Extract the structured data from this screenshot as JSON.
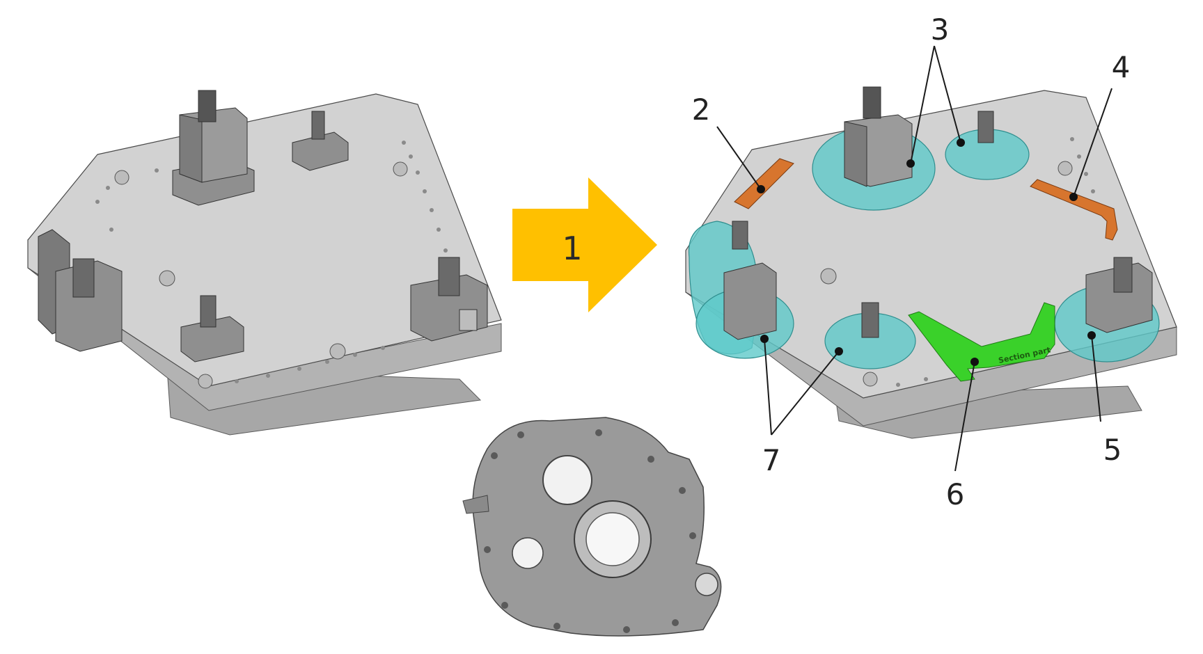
{
  "step_arrow": {
    "label": "1",
    "color": "#FFC000"
  },
  "callouts": {
    "c2": "2",
    "c3": "3",
    "c4": "4",
    "c5": "5",
    "c6": "6",
    "c7": "7"
  },
  "part_marking": "Section part",
  "colors": {
    "plate": "#c9c9c9",
    "plate_edge": "#a9a9a9",
    "blocks": "#8f8f8f",
    "cyan_supports": "#5fc9c9",
    "orange_stops": "#d7752e",
    "green_locator": "#3ad12a",
    "casting": "#9a9a9a"
  }
}
